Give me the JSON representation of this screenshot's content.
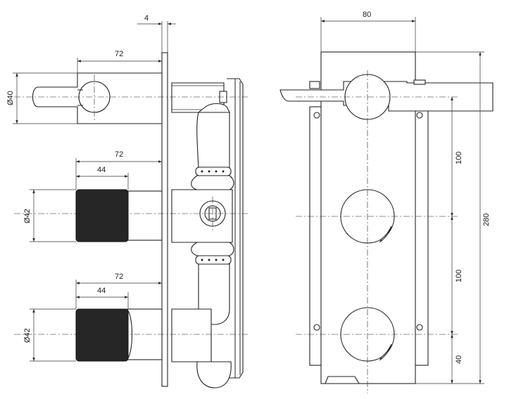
{
  "side_view": {
    "wall_plate_thickness": "4",
    "spout": {
      "length": "72",
      "diameter": "Ø40"
    },
    "handle_middle": {
      "length": "72",
      "knurl_length": "44",
      "diameter": "Ø42"
    },
    "handle_bottom": {
      "length": "72",
      "knurl_length": "44",
      "diameter": "Ø42"
    }
  },
  "front_view": {
    "plate_width": "80",
    "plate_height": "280",
    "spacing_top": "100",
    "spacing_middle": "100",
    "bottom_offset": "40"
  }
}
